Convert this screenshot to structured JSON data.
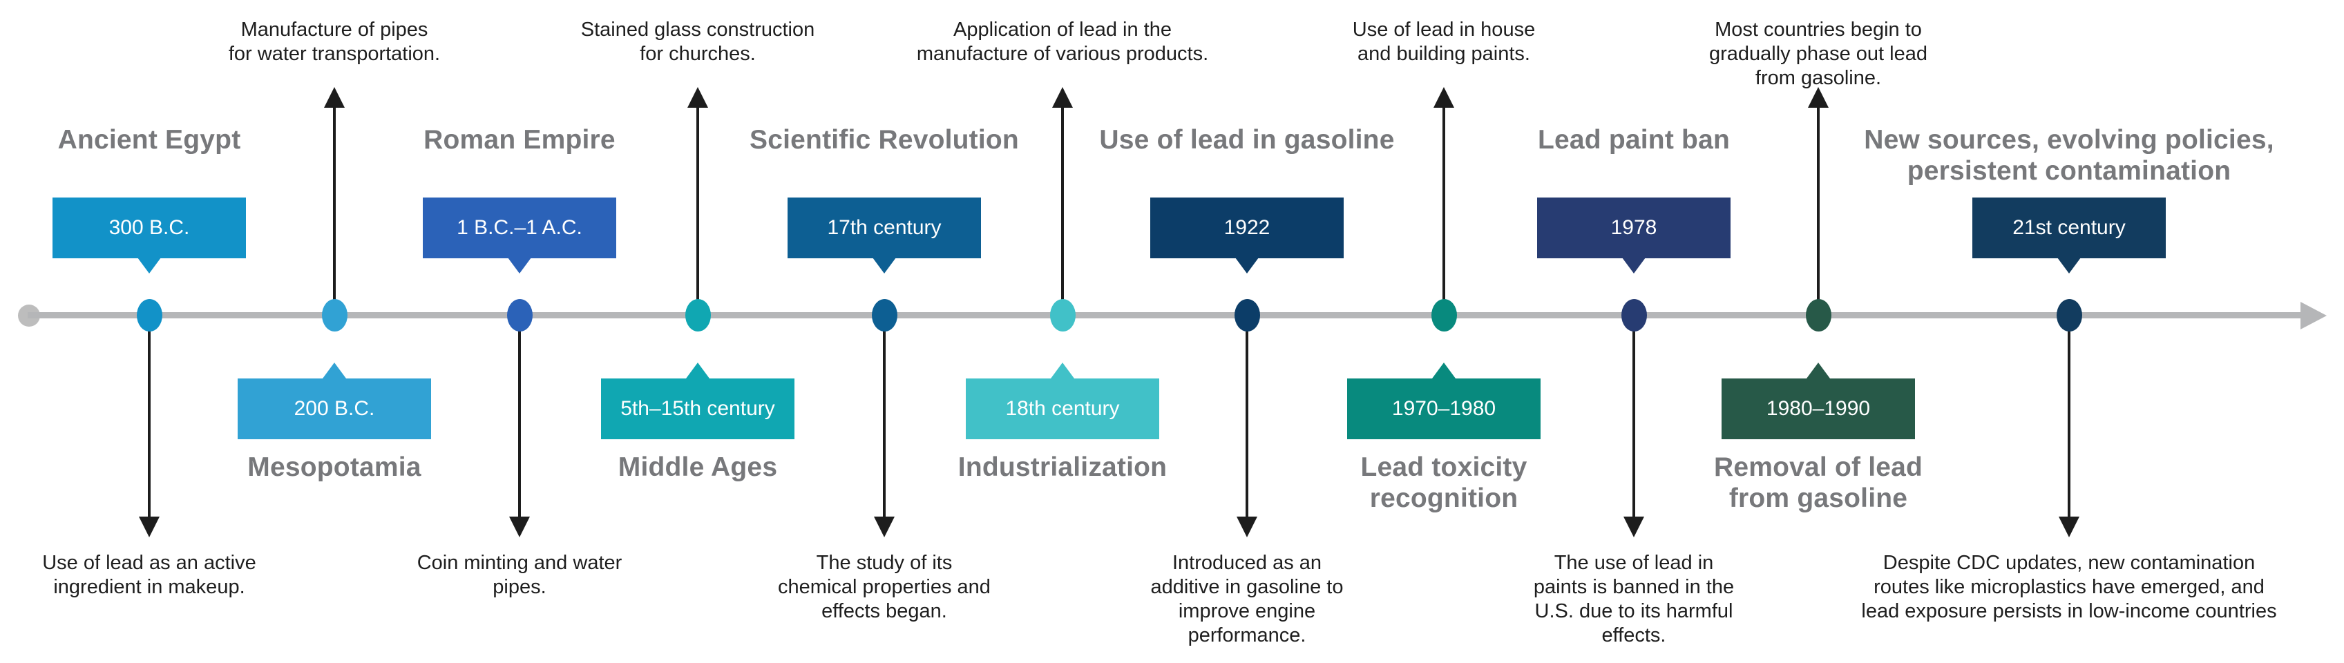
{
  "timeline": {
    "axis": {
      "line_color": "#b5b6b8",
      "endpoint_color": "#bdbdbd"
    },
    "items": [
      {
        "era": "Ancient Egypt",
        "date": "300 B.C.",
        "position": "above",
        "color": "#1292c8",
        "description": "Use of lead as an active\ningredient in makeup."
      },
      {
        "era": "Mesopotamia",
        "date": "200 B.C.",
        "position": "below",
        "color": "#31a2d4",
        "description": "Manufacture of pipes\nfor water transportation."
      },
      {
        "era": "Roman Empire",
        "date": "1 B.C.–1 A.C.",
        "position": "above",
        "color": "#2b62b8",
        "description": "Coin minting and water\npipes."
      },
      {
        "era": "Middle Ages",
        "date": "5th–15th century",
        "position": "below",
        "color": "#10a7b2",
        "description": "Stained glass construction\nfor churches."
      },
      {
        "era": "Scientific Revolution",
        "date": "17th century",
        "position": "above",
        "color": "#0d5f93",
        "description": "The study of its\nchemical properties and\neffects began."
      },
      {
        "era": "Industrialization",
        "date": "18th century",
        "position": "below",
        "color": "#41c1c8",
        "description": "Application of lead in the\nmanufacture of various products."
      },
      {
        "era": "Use of lead in gasoline",
        "date": "1922",
        "position": "above",
        "color": "#0c3d68",
        "description": "Introduced as an\nadditive in gasoline to\nimprove engine\nperformance."
      },
      {
        "era": "Lead toxicity\nrecognition",
        "date": "1970–1980",
        "position": "below",
        "color": "#088a7e",
        "description": "Use of lead in house\nand building paints."
      },
      {
        "era": "Lead paint ban",
        "date": "1978",
        "position": "above",
        "color": "#273c72",
        "description": "The use of lead in\npaints is banned in the\nU.S. due to its harmful\neffects."
      },
      {
        "era": "Removal of lead\nfrom gasoline",
        "date": "1980–1990",
        "position": "below",
        "color": "#275948",
        "description": "Most countries begin to\ngradually phase out lead\nfrom gasoline."
      },
      {
        "era": "New sources, evolving policies,\npersistent contamination",
        "date": "21st century",
        "position": "above",
        "color": "#123c5f",
        "description": "Despite CDC updates, new contamination\nroutes like microplastics have emerged, and\nlead exposure persists in low-income countries"
      }
    ]
  },
  "palette": {
    "title_gray": "#77787b",
    "description_text": "#1e1e1e",
    "arrow_black": "#1d1d1d"
  }
}
